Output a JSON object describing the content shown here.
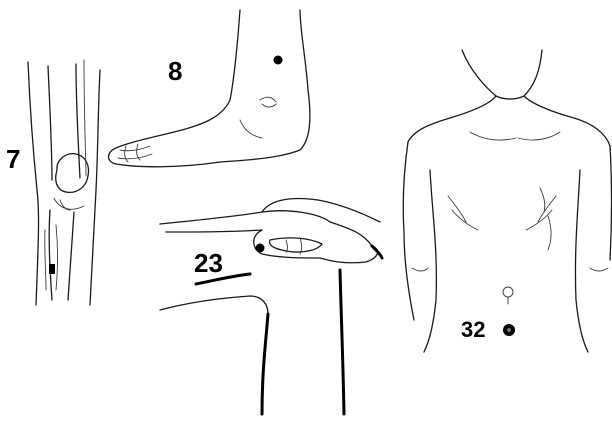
{
  "labels": {
    "knee_point": "7",
    "ankle_point": "8",
    "hand_point": "23",
    "abdomen_point": "32"
  },
  "colors": {
    "ink": "#1a1a1a",
    "point_marker": "#000000",
    "background": "#ffffff"
  },
  "figures": [
    "knee-front",
    "foot-side",
    "hand-on-thigh",
    "torso-front"
  ]
}
